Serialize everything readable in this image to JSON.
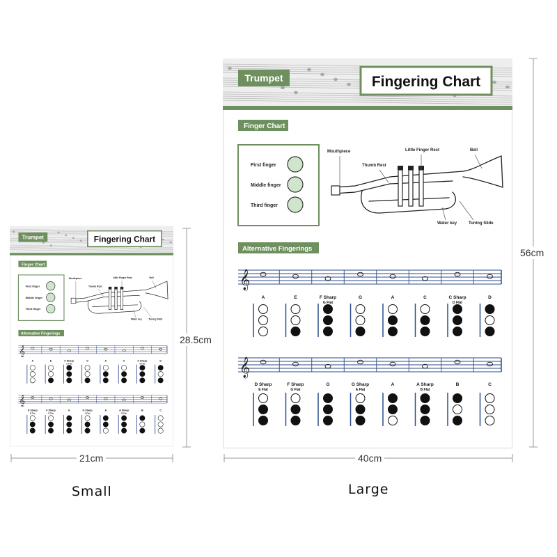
{
  "poster": {
    "badge": "Trumpet",
    "title": "Fingering Chart",
    "finger_chart_label": "Finger Chart",
    "fingers": [
      "First finger",
      "Middle finger",
      "Third finger"
    ],
    "parts": [
      "Mouthpiece",
      "Thumb Rest",
      "Little Finger Rest",
      "Bell",
      "Water key",
      "Tuning Slide"
    ],
    "alt_label": "Alternative Fingerings",
    "row1": [
      {
        "note": "A",
        "sub": "",
        "valves": [
          0,
          0,
          0
        ]
      },
      {
        "note": "E",
        "sub": "",
        "valves": [
          0,
          0,
          1
        ]
      },
      {
        "note": "F Sharp",
        "sub": "G Flat",
        "valves": [
          1,
          1,
          1
        ]
      },
      {
        "note": "G",
        "sub": "",
        "valves": [
          0,
          0,
          1
        ]
      },
      {
        "note": "A",
        "sub": "",
        "valves": [
          0,
          1,
          1
        ]
      },
      {
        "note": "C",
        "sub": "",
        "valves": [
          0,
          1,
          1
        ]
      },
      {
        "note": "C Sharp",
        "sub": "D Flat",
        "valves": [
          1,
          1,
          1
        ]
      },
      {
        "note": "D",
        "sub": "",
        "valves": [
          1,
          0,
          1
        ]
      }
    ],
    "row2": [
      {
        "note": "D Sharp",
        "sub": "E Flat",
        "valves": [
          0,
          1,
          1
        ]
      },
      {
        "note": "F Sharp",
        "sub": "G Flat",
        "valves": [
          0,
          1,
          1
        ]
      },
      {
        "note": "G",
        "sub": "",
        "valves": [
          1,
          1,
          1
        ]
      },
      {
        "note": "G Sharp",
        "sub": "A Flat",
        "valves": [
          0,
          1,
          1
        ]
      },
      {
        "note": "A",
        "sub": "",
        "valves": [
          1,
          1,
          0
        ]
      },
      {
        "note": "A Sharp",
        "sub": "B Flat",
        "valves": [
          1,
          1,
          1
        ]
      },
      {
        "note": "B",
        "sub": "",
        "valves": [
          1,
          0,
          1
        ]
      },
      {
        "note": "C",
        "sub": "",
        "valves": [
          0,
          0,
          0
        ]
      }
    ]
  },
  "dimensions": {
    "small_height": "28.5cm",
    "small_width": "21cm",
    "large_height": "56cm",
    "large_width": "40cm"
  },
  "labels": {
    "small": "Small",
    "large": "Large"
  },
  "colors": {
    "green": "#6e8f5e",
    "light_green": "#cfe6cc",
    "staff_blue": "#2b4a8a",
    "dim_line": "#9a9a9a"
  }
}
